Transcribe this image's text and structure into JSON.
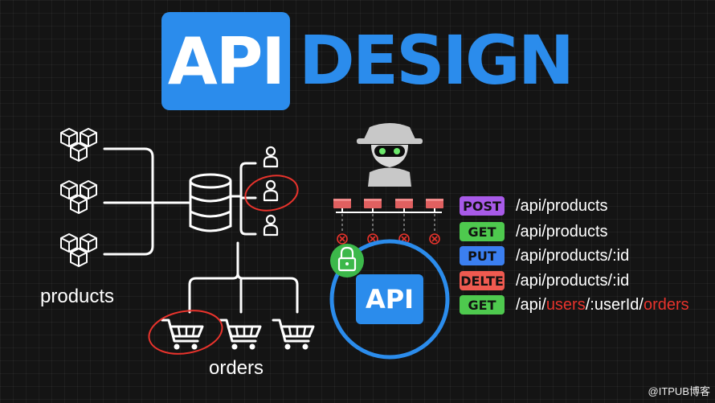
{
  "title": {
    "badge": "API",
    "word": "DESIGN"
  },
  "labels": {
    "products": "products",
    "orders": "orders",
    "api": "API"
  },
  "endpoints": [
    {
      "method": "POST",
      "color": "#a85ae8",
      "path": [
        {
          "text": "/api/products",
          "red": false
        }
      ]
    },
    {
      "method": "GET",
      "color": "#4ec94e",
      "path": [
        {
          "text": "/api/products",
          "red": false
        }
      ]
    },
    {
      "method": "PUT",
      "color": "#3b7ff0",
      "path": [
        {
          "text": "/api/products/:id",
          "red": false
        }
      ]
    },
    {
      "method": "DELTE",
      "color": "#ef5a50",
      "path": [
        {
          "text": "/api/products/:id",
          "red": false
        }
      ]
    },
    {
      "method": "GET",
      "color": "#4ec94e",
      "path": [
        {
          "text": "/api/",
          "red": false
        },
        {
          "text": "users",
          "red": true
        },
        {
          "text": "/:userId/",
          "red": false
        },
        {
          "text": "orders",
          "red": true
        }
      ]
    }
  ],
  "watermark": "@ITPUB博客",
  "colors": {
    "brand": "#2b8cec",
    "highlight": "#e8332c",
    "lock": "#3cb84a",
    "server": "#e06060"
  }
}
